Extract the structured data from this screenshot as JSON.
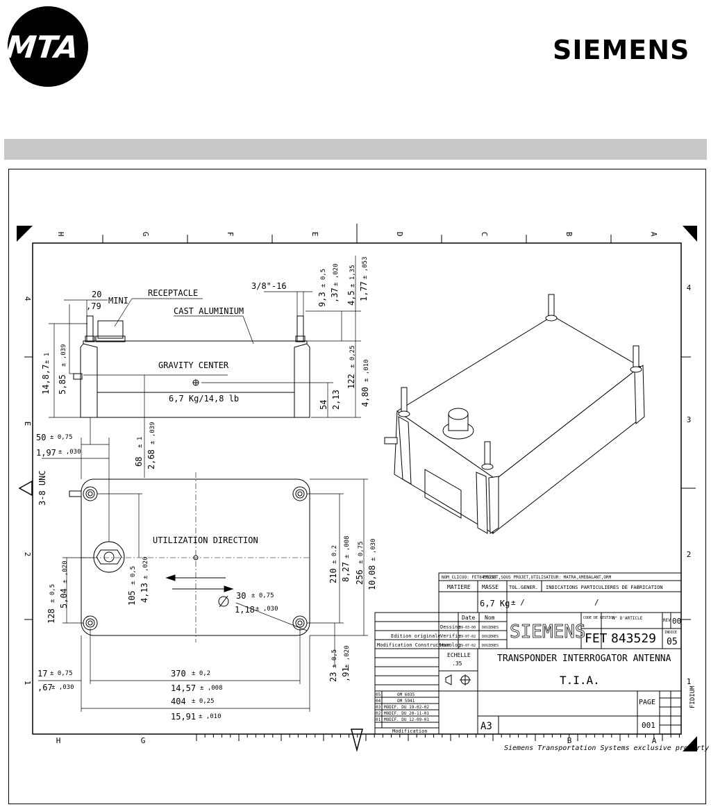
{
  "header": {
    "left_logo_text": "MTA",
    "right_logo_text": "SIEMENS"
  },
  "drawing": {
    "zone_letters_top": [
      "H",
      "G",
      "F",
      "E",
      "D",
      "C",
      "B",
      "A"
    ],
    "zone_letters_bottom": [
      "H",
      "G",
      "B",
      "A"
    ],
    "zone_numbers_right": [
      "4",
      "3",
      "2",
      "1"
    ],
    "zone_numbers_left": [
      "4",
      "E",
      "2",
      "1"
    ],
    "labels": {
      "receptacle": "RECEPTACLE",
      "cast_aluminium": "CAST ALUMINIUM",
      "gravity_center": "GRAVITY CENTER",
      "weight_label": "6,7 Kg/14,8 lb",
      "utilization_direction": "UTILIZATION DIRECTION",
      "mini": "MINI",
      "thread_top": "3/8\"-16",
      "unc": "3-8 UNC"
    },
    "dims": {
      "d20": "20",
      "d079": ",79",
      "d93": "9,3",
      "d93_tol": "± 0,5",
      "d37": ",37",
      "d37_tol": "± ,020",
      "d45": "4,5",
      "d45_tol": "± 1,35",
      "d177": "1,77",
      "d177_tol": "± ,053",
      "d1487": "14,8,7",
      "d1487_tol": "± 1",
      "d585": "5,85",
      "d585_tol": "± ,039",
      "d122": "122",
      "d122_tol": "± 0,25",
      "d480": "4,80",
      "d480_tol": "± ,010",
      "d54": "54",
      "d213": "2,13",
      "d68": "68",
      "d68_tol": "± 1",
      "d268": "2,68",
      "d268_tol": "± ,039",
      "d50": "50",
      "d50_tol": "± 0,75",
      "d197": "1,97",
      "d197_tol": "± ,030",
      "d105": "105",
      "d105_tol": "± 0,5",
      "d413": "4,13",
      "d413_tol": "± ,020",
      "d128": "128",
      "d128_tol": "± 0,5",
      "d504": "5,04",
      "d504_tol": "± ,020",
      "d210": "210",
      "d210_tol": "± 0.2",
      "d827": "8,27",
      "d827_tol": "± ,008",
      "d256": "256",
      "d256_tol": "± 0,75",
      "d1008": "10,08",
      "d1008_tol": "± ,030",
      "d23": "23",
      "d23_tol": "± 0,5",
      "d091": ",91",
      "d091_tol": "± ,020",
      "d30": "30",
      "d30_tol": "± 0,75",
      "d118": "1,18",
      "d118_tol": "± ,030",
      "d17": "17",
      "d17_tol": "± 0,75",
      "d067": ",67",
      "d067_tol": "± ,030",
      "d370": "370",
      "d370_tol": "± 0,2",
      "d1457": "14,57",
      "d1457_tol": "± ,008",
      "d404": "404",
      "d404_tol": "± 0,25",
      "d1591": "15,91",
      "d1591_tol": "± ,010"
    },
    "title_block": {
      "ref_line": "NOM_CLICUO: FET843529T",
      "project_line": "PROJET,SOUS PROJET,UTILISATEUR: MATRA,XMEBALANT,ORM",
      "matiere": "MATIERE",
      "masse": "MASSE",
      "tol_gener": "TOL.GENER.",
      "indications": "INDICATIONS PARTICULIERES DE FABRICATION",
      "mass_value": "6,7 Kg",
      "tol_value": "± /",
      "slash": "/",
      "date_header": "Date",
      "nom_header": "Nom",
      "rows": [
        {
          "role": "Dessine",
          "date": "09-03-00",
          "name": "DOSIERES"
        },
        {
          "role": "Verifie",
          "date": "29-07-02",
          "name": "DOSIERES"
        },
        {
          "role": "Homolog",
          "date": "29-07-02",
          "name": "DOSIERES"
        }
      ],
      "edition": "Edition originale",
      "modification_constructeur": "Modification Constructeur",
      "company": "SIEMENS",
      "code_gestion": "CODE DE GESTION",
      "code_value": "FET",
      "article_label": "N° D'ARTICLE",
      "article_number": "843529",
      "rev_label": "REV",
      "rev_value": "00",
      "indice_label": "INDICE",
      "indice_value": "05",
      "echelle_label": "ECHELLE",
      "echelle_value": ".35",
      "title": "TRANSPONDER INTERROGATOR ANTENNA",
      "subtitle": "T.I.A.",
      "page_label": "PAGE",
      "page_value": "001",
      "format": "A3",
      "modifications": [
        {
          "idx": "05",
          "text": "OM 6035"
        },
        {
          "idx": "04",
          "text": "OM 5941"
        },
        {
          "idx": "03",
          "text": "MODIF. DU 19-02-02"
        },
        {
          "idx": "02",
          "text": "MODIF. DU 20-11-01"
        },
        {
          "idx": "01",
          "text": "MODIF. DU 12-09-01"
        }
      ],
      "modification_label": "Modification"
    },
    "footer_note": "Siemens Transportation Systems exclusive property",
    "side_note": "FIDIUM"
  }
}
